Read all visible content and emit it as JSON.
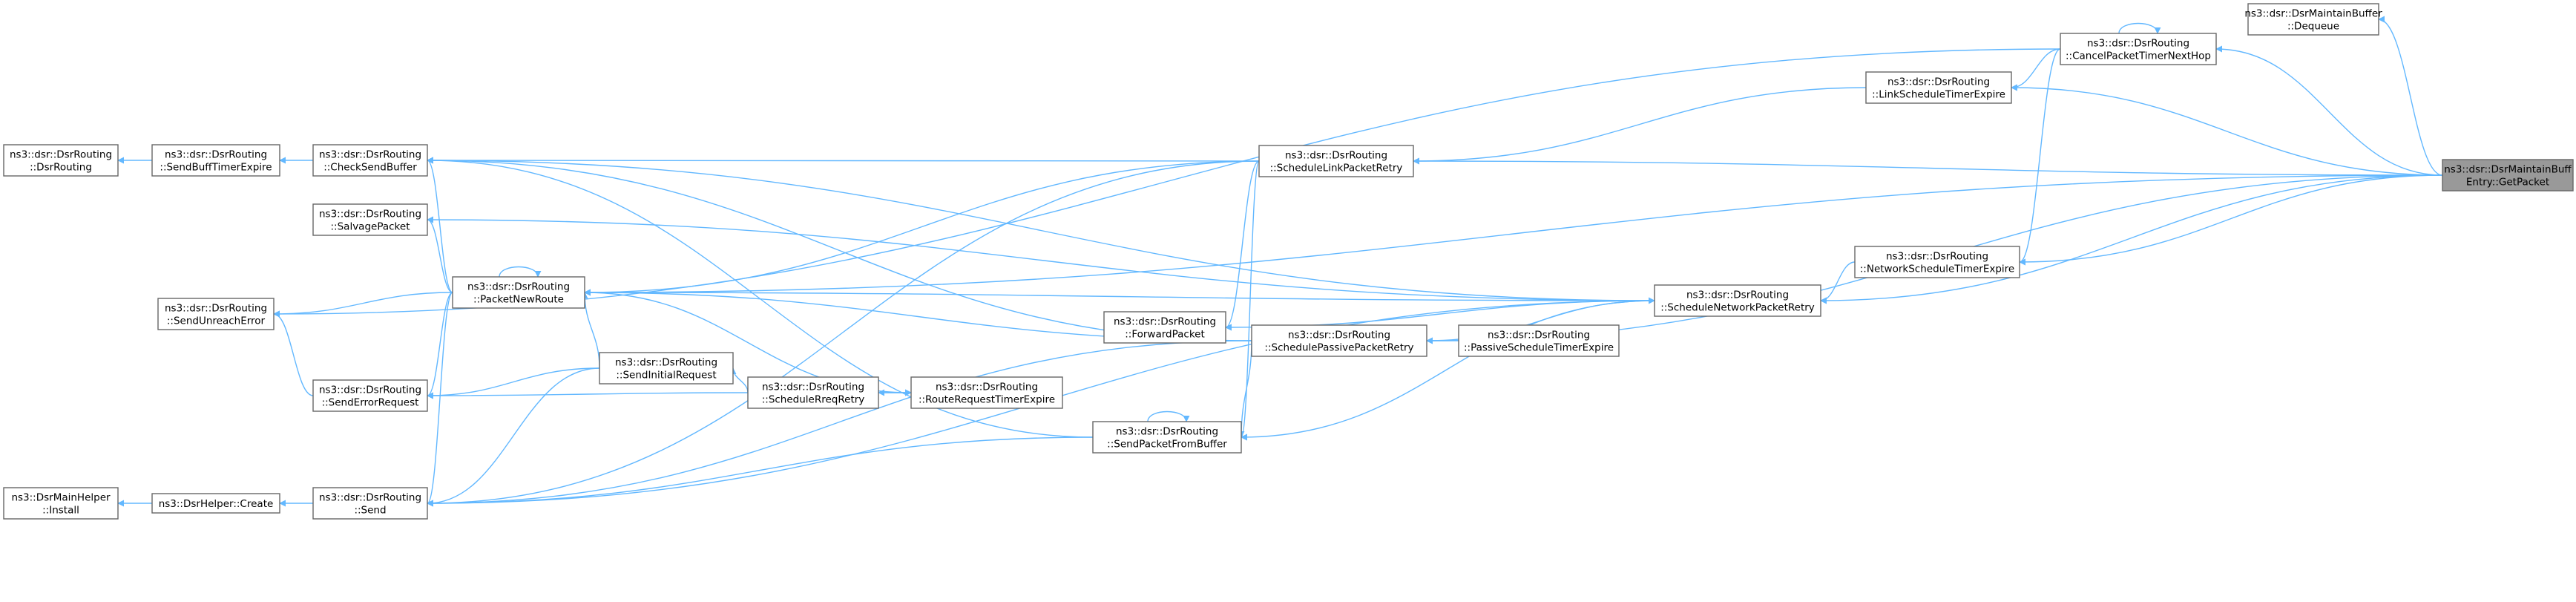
{
  "colors": {
    "edge": "#63b8ff",
    "node_border": "#666666",
    "target_fill": "#999999",
    "text": "#000000"
  },
  "nodes": [
    {
      "id": "getpacket",
      "lines": [
        "ns3::dsr::DsrMaintainBuff",
        "Entry::GetPacket"
      ],
      "target": true
    },
    {
      "id": "dequeue",
      "lines": [
        "ns3::dsr::DsrMaintainBuffer",
        "::Dequeue"
      ]
    },
    {
      "id": "cancel",
      "lines": [
        "ns3::dsr::DsrRouting",
        "::CancelPacketTimerNextHop"
      ]
    },
    {
      "id": "linksched",
      "lines": [
        "ns3::dsr::DsrRouting",
        "::LinkScheduleTimerExpire"
      ]
    },
    {
      "id": "netsched",
      "lines": [
        "ns3::dsr::DsrRouting",
        "::NetworkScheduleTimerExpire"
      ]
    },
    {
      "id": "schedlink",
      "lines": [
        "ns3::dsr::DsrRouting",
        "::ScheduleLinkPacketRetry"
      ]
    },
    {
      "id": "schednet",
      "lines": [
        "ns3::dsr::DsrRouting",
        "::ScheduleNetworkPacketRetry"
      ]
    },
    {
      "id": "passsched",
      "lines": [
        "ns3::dsr::DsrRouting",
        "::PassiveScheduleTimerExpire"
      ]
    },
    {
      "id": "schedpass",
      "lines": [
        "ns3::dsr::DsrRouting",
        "::SchedulePassivePacketRetry"
      ]
    },
    {
      "id": "forward",
      "lines": [
        "ns3::dsr::DsrRouting",
        "::ForwardPacket"
      ]
    },
    {
      "id": "sendfrombuf",
      "lines": [
        "ns3::dsr::DsrRouting",
        "::SendPacketFromBuffer"
      ]
    },
    {
      "id": "rreqexpire",
      "lines": [
        "ns3::dsr::DsrRouting",
        "::RouteRequestTimerExpire"
      ]
    },
    {
      "id": "schedreq",
      "lines": [
        "ns3::dsr::DsrRouting",
        "::ScheduleRreqRetry"
      ]
    },
    {
      "id": "sendinit",
      "lines": [
        "ns3::dsr::DsrRouting",
        "::SendInitialRequest"
      ]
    },
    {
      "id": "pktnew",
      "lines": [
        "ns3::dsr::DsrRouting",
        "::PacketNewRoute"
      ]
    },
    {
      "id": "checksend",
      "lines": [
        "ns3::dsr::DsrRouting",
        "::CheckSendBuffer"
      ]
    },
    {
      "id": "salvage",
      "lines": [
        "ns3::dsr::DsrRouting",
        "::SalvagePacket"
      ]
    },
    {
      "id": "senderr",
      "lines": [
        "ns3::dsr::DsrRouting",
        "::SendErrorRequest"
      ]
    },
    {
      "id": "send",
      "lines": [
        "ns3::dsr::DsrRouting",
        "::Send"
      ]
    },
    {
      "id": "sendbuff",
      "lines": [
        "ns3::dsr::DsrRouting",
        "::SendBuffTimerExpire"
      ]
    },
    {
      "id": "sendunreach",
      "lines": [
        "ns3::dsr::DsrRouting",
        "::SendUnreachError"
      ]
    },
    {
      "id": "dsrrouting",
      "lines": [
        "ns3::dsr::DsrRouting",
        "::DsrRouting"
      ]
    },
    {
      "id": "helpercreate",
      "lines": [
        "ns3::DsrHelper::Create"
      ]
    },
    {
      "id": "mainhelper",
      "lines": [
        "ns3::DsrMainHelper",
        "::Install"
      ]
    }
  ],
  "edges": [
    {
      "from": "dequeue",
      "to": "getpacket"
    },
    {
      "from": "cancel",
      "to": "getpacket"
    },
    {
      "from": "linksched",
      "to": "getpacket"
    },
    {
      "from": "schedlink",
      "to": "getpacket"
    },
    {
      "from": "pktnew",
      "to": "getpacket"
    },
    {
      "from": "netsched",
      "to": "getpacket"
    },
    {
      "from": "schednet",
      "to": "getpacket"
    },
    {
      "from": "schedpass",
      "to": "getpacket"
    },
    {
      "from": "cancel",
      "to": "cancel"
    },
    {
      "from": "linksched",
      "to": "cancel"
    },
    {
      "from": "netsched",
      "to": "cancel"
    },
    {
      "from": "sendunreach",
      "to": "cancel"
    },
    {
      "from": "schedlink",
      "to": "linksched"
    },
    {
      "from": "checksend",
      "to": "schedlink"
    },
    {
      "from": "pktnew",
      "to": "schedlink"
    },
    {
      "from": "forward",
      "to": "schedlink"
    },
    {
      "from": "sendfrombuf",
      "to": "schedlink"
    },
    {
      "from": "send",
      "to": "schedlink"
    },
    {
      "from": "schednet",
      "to": "netsched"
    },
    {
      "from": "salvage",
      "to": "schednet"
    },
    {
      "from": "checksend",
      "to": "schednet"
    },
    {
      "from": "pktnew",
      "to": "schednet"
    },
    {
      "from": "forward",
      "to": "schednet"
    },
    {
      "from": "sendfrombuf",
      "to": "schednet"
    },
    {
      "from": "send",
      "to": "schednet"
    },
    {
      "from": "schednet",
      "to": "schedpass"
    },
    {
      "from": "schedpass",
      "to": "passsched"
    },
    {
      "from": "checksend",
      "to": "schedpass"
    },
    {
      "from": "pktnew",
      "to": "schedpass"
    },
    {
      "from": "sendfrombuf",
      "to": "schedpass"
    },
    {
      "from": "send",
      "to": "schedpass"
    },
    {
      "from": "sendfrombuf",
      "to": "sendfrombuf"
    },
    {
      "from": "checksend",
      "to": "sendfrombuf"
    },
    {
      "from": "send",
      "to": "sendfrombuf"
    },
    {
      "from": "schedreq",
      "to": "rreqexpire"
    },
    {
      "from": "rreqexpire",
      "to": "schedreq"
    },
    {
      "from": "sendinit",
      "to": "schedreq"
    },
    {
      "from": "senderr",
      "to": "schedreq"
    },
    {
      "from": "rreqexpire",
      "to": "pktnew"
    },
    {
      "from": "pktnew",
      "to": "sendinit"
    },
    {
      "from": "senderr",
      "to": "sendinit"
    },
    {
      "from": "send",
      "to": "sendinit"
    },
    {
      "from": "pktnew",
      "to": "pktnew"
    },
    {
      "from": "checksend",
      "to": "pktnew"
    },
    {
      "from": "salvage",
      "to": "pktnew"
    },
    {
      "from": "sendunreach",
      "to": "pktnew"
    },
    {
      "from": "senderr",
      "to": "pktnew"
    },
    {
      "from": "send",
      "to": "pktnew"
    },
    {
      "from": "sendbuff",
      "to": "checksend"
    },
    {
      "from": "sendunreach",
      "to": "senderr"
    },
    {
      "from": "helpercreate",
      "to": "send"
    },
    {
      "from": "dsrrouting",
      "to": "sendbuff"
    },
    {
      "from": "mainhelper",
      "to": "helpercreate"
    }
  ]
}
